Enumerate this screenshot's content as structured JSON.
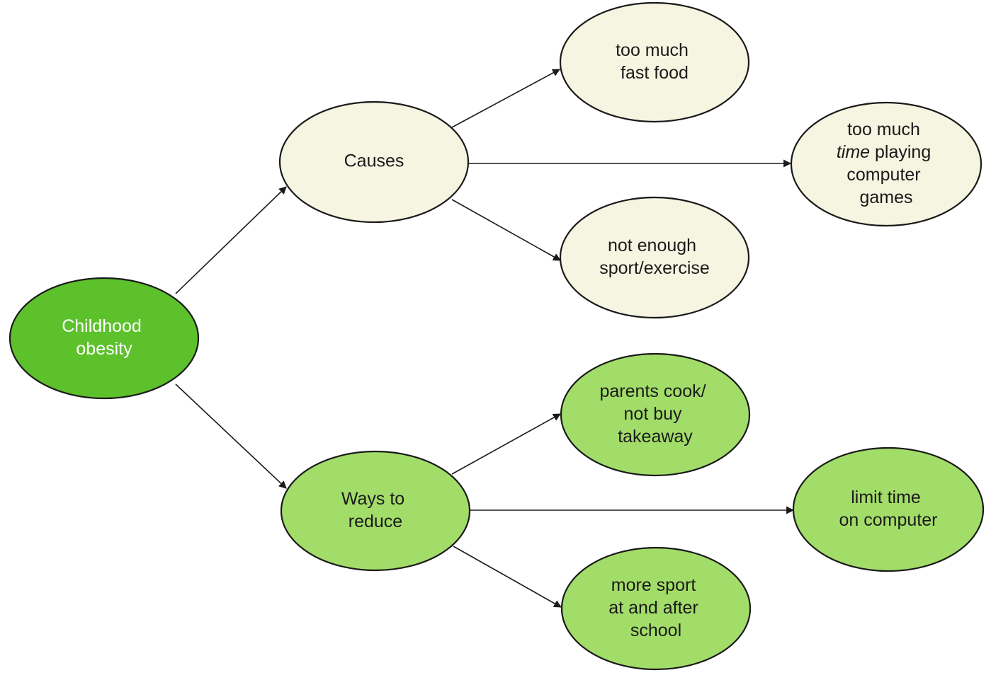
{
  "colors": {
    "root_fill": "#5dc12c",
    "cause_fill": "#f5f5e2",
    "reduce_fill": "#a3dd69",
    "stroke": "#1a1a1a"
  },
  "nodes": {
    "root": {
      "lines": [
        "Childhood",
        "obesity"
      ]
    },
    "causes": {
      "lines": [
        "Causes"
      ]
    },
    "cause_fast_food": {
      "lines": [
        "too much",
        "fast food"
      ]
    },
    "cause_games": {
      "line1": "too much",
      "line2_italic": "time",
      "line2_rest": " playing",
      "line3": "computer",
      "line4": "games"
    },
    "cause_exercise": {
      "lines": [
        "not enough",
        "sport/exercise"
      ]
    },
    "ways": {
      "lines": [
        "Ways to",
        "reduce"
      ]
    },
    "ways_cook": {
      "lines": [
        "parents cook/",
        "not buy",
        "takeaway"
      ]
    },
    "ways_limit": {
      "lines": [
        "limit time",
        "on computer"
      ]
    },
    "ways_sport": {
      "lines": [
        "more sport",
        "at and after",
        "school"
      ]
    }
  }
}
